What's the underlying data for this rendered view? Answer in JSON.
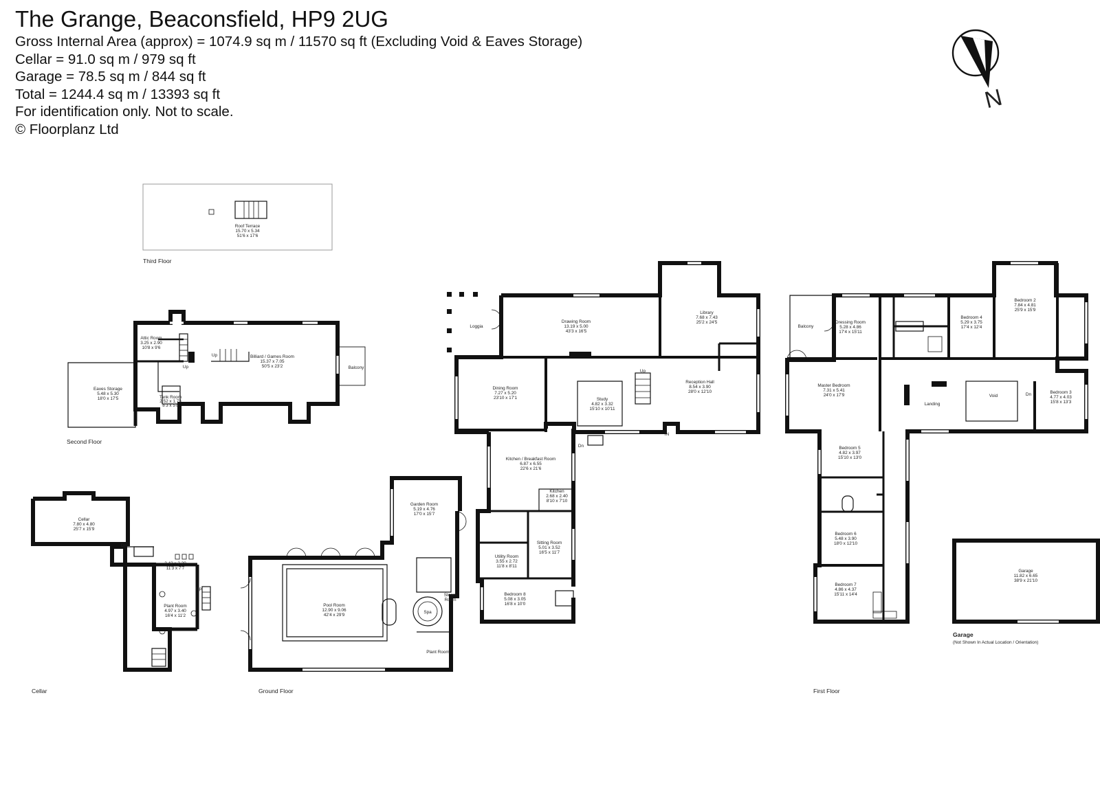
{
  "header": {
    "title": "The Grange, Beaconsfield, HP9 2UG",
    "gia": "Gross Internal Area (approx) = 1074.9 sq m / 11570 sq ft (Excluding Void & Eaves Storage)",
    "cellar": "Cellar = 91.0 sq m / 979 sq ft",
    "garage": "Garage = 78.5 sq m / 844 sq ft",
    "total": "Total = 1244.4 sq m / 13393 sq ft",
    "disclaimer": "For identification only. Not to scale.",
    "copyright": "© Floorplanz Ltd"
  },
  "compass": {
    "label": "N",
    "icon": "north-arrow-icon"
  },
  "floors": {
    "third": "Third Floor",
    "second": "Second Floor",
    "cellar": "Cellar",
    "ground": "Ground Floor",
    "first": "First Floor",
    "garage": "Garage",
    "garage_note": "(Not Shown In Actual Location / Orientation)"
  },
  "rooms": {
    "roof_terrace": {
      "name": "Roof Terrace",
      "metric": "15.70 x 5.34",
      "imperial": "51'6 x 17'6"
    },
    "attic_room": {
      "name": "Attic Room",
      "metric": "3.25 x 2.90",
      "imperial": "10'8 x 9'6"
    },
    "billiard": {
      "name": "Billiard / Games Room",
      "metric": "15.37 x 7.05",
      "imperial": "50'5 x 23'2"
    },
    "balcony_2f": {
      "name": "Balcony"
    },
    "eaves_storage": {
      "name": "Eaves Storage",
      "metric": "5.48 x 5.30",
      "imperial": "18'0 x 17'5"
    },
    "tank_room": {
      "name": "Tank Room",
      "metric": "2.52 x 1.73",
      "imperial": "8'3 x 5'8"
    },
    "cellar": {
      "name": "Cellar",
      "metric": "7.80 x 4.80",
      "imperial": "25'7 x 15'9"
    },
    "cellar_store": {
      "metric": "3.42 x 2.30",
      "imperial": "11'3 x 7'7"
    },
    "plant_room_cellar": {
      "name": "Plant Room",
      "metric": "4.97 x 3.40",
      "imperial": "16'4 x 11'2"
    },
    "loggia": {
      "name": "Loggia"
    },
    "drawing_room": {
      "name": "Drawing Room",
      "metric": "13.19 x 5.00",
      "imperial": "43'3 x 16'5"
    },
    "library": {
      "name": "Library",
      "metric": "7.68 x 7.43",
      "imperial": "25'2 x 24'5"
    },
    "dining_room": {
      "name": "Dining Room",
      "metric": "7.27 x 5.20",
      "imperial": "23'10 x 17'1"
    },
    "study": {
      "name": "Study",
      "metric": "4.82 x 3.32",
      "imperial": "15'10 x 10'11"
    },
    "reception_hall": {
      "name": "Reception Hall",
      "metric": "8.54 x 3.90",
      "imperial": "28'0 x 12'10"
    },
    "kitchen_breakfast": {
      "name": "Kitchen / Breakfast Room",
      "metric": "6.87 x 6.55",
      "imperial": "22'6 x 21'6"
    },
    "kitchen": {
      "name": "Kitchen",
      "metric": "2.68 x 2.40",
      "imperial": "8'10 x 7'10"
    },
    "garden_room": {
      "name": "Garden Room",
      "metric": "5.19 x 4.76",
      "imperial": "17'0 x 15'7"
    },
    "sitting_room": {
      "name": "Sitting Room",
      "metric": "5.01 x 3.52",
      "imperial": "16'5 x 11'7"
    },
    "utility_room": {
      "name": "Utility Room",
      "metric": "3.55 x 2.72",
      "imperial": "11'8 x 8'11"
    },
    "bedroom_8": {
      "name": "Bedroom 8",
      "metric": "5.08 x 3.05",
      "imperial": "16'8 x 10'0"
    },
    "pool_room": {
      "name": "Pool Room",
      "metric": "12.90 x 9.06",
      "imperial": "42'4 x 29'9"
    },
    "steam_room": {
      "name1": "Steam",
      "name2": "Room"
    },
    "spa": {
      "name": "Spa"
    },
    "plant_room_ground": {
      "name": "Plant Room"
    },
    "balcony_1f": {
      "name": "Balcony"
    },
    "dressing_room": {
      "name": "Dressing Room",
      "metric": "5.28 x 4.86",
      "imperial": "17'4 x 15'11"
    },
    "bedroom_4": {
      "name": "Bedroom 4",
      "metric": "5.29 x 3.75",
      "imperial": "17'4 x 12'4"
    },
    "bedroom_2": {
      "name": "Bedroom 2",
      "metric": "7.84 x 4.81",
      "imperial": "25'9 x 15'9"
    },
    "master_bedroom": {
      "name": "Master Bedroom",
      "metric": "7.31 x 5.41",
      "imperial": "24'0 x 17'9"
    },
    "landing": {
      "name": "Landing"
    },
    "void": {
      "name": "Void"
    },
    "bedroom_3": {
      "name": "Bedroom 3",
      "metric": "4.77 x 4.03",
      "imperial": "15'8 x 13'3"
    },
    "bedroom_5": {
      "name": "Bedroom 5",
      "metric": "4.82 x 3.97",
      "imperial": "15'10 x 13'0"
    },
    "bedroom_6": {
      "name": "Bedroom 6",
      "metric": "5.48 x 3.90",
      "imperial": "18'0 x 12'10"
    },
    "bedroom_7": {
      "name": "Bedroom 7",
      "metric": "4.86 x 4.37",
      "imperial": "15'11 x 14'4"
    },
    "garage": {
      "name": "Garage",
      "metric": "11.82 x 6.65",
      "imperial": "38'9 x 21'10"
    }
  },
  "markers": {
    "up": "Up",
    "dn": "Dn",
    "in": "IN"
  }
}
